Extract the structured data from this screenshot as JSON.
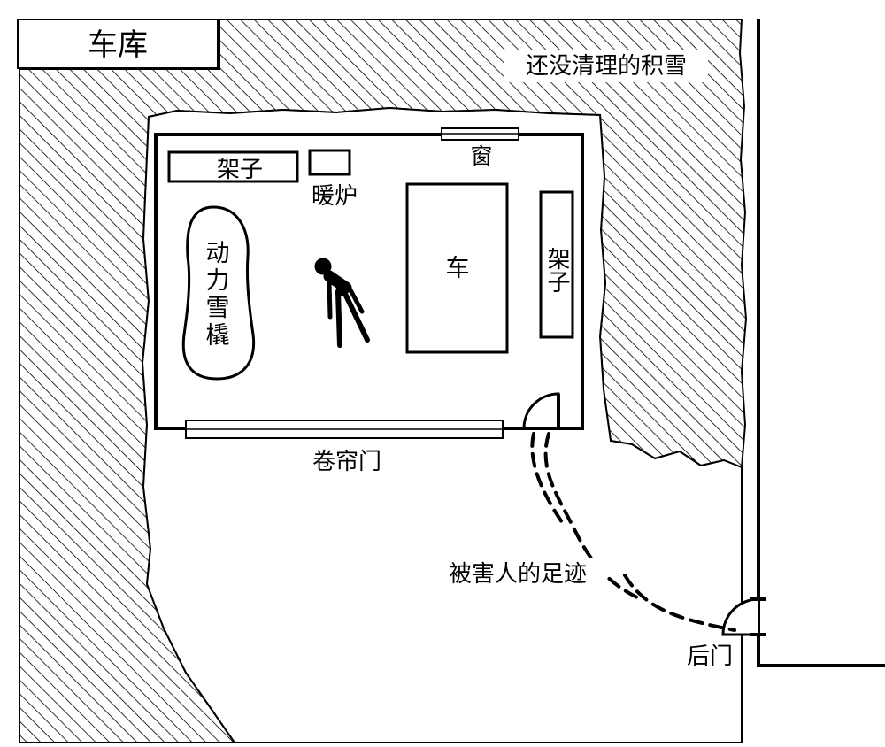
{
  "title": "车库",
  "annotations": {
    "uncleared_snow": "还没清理的积雪",
    "footprints": "被害人的足迹",
    "back_door": "后门",
    "rolling_door": "卷帘门"
  },
  "room": {
    "shelf_top": "架子",
    "heater": "暖炉",
    "window": "窗",
    "car": "车",
    "shelf_right": "架子",
    "snowmobile": [
      "动",
      "力",
      "雪",
      "橇"
    ]
  },
  "colors": {
    "ink": "#000000",
    "background": "#ffffff"
  }
}
